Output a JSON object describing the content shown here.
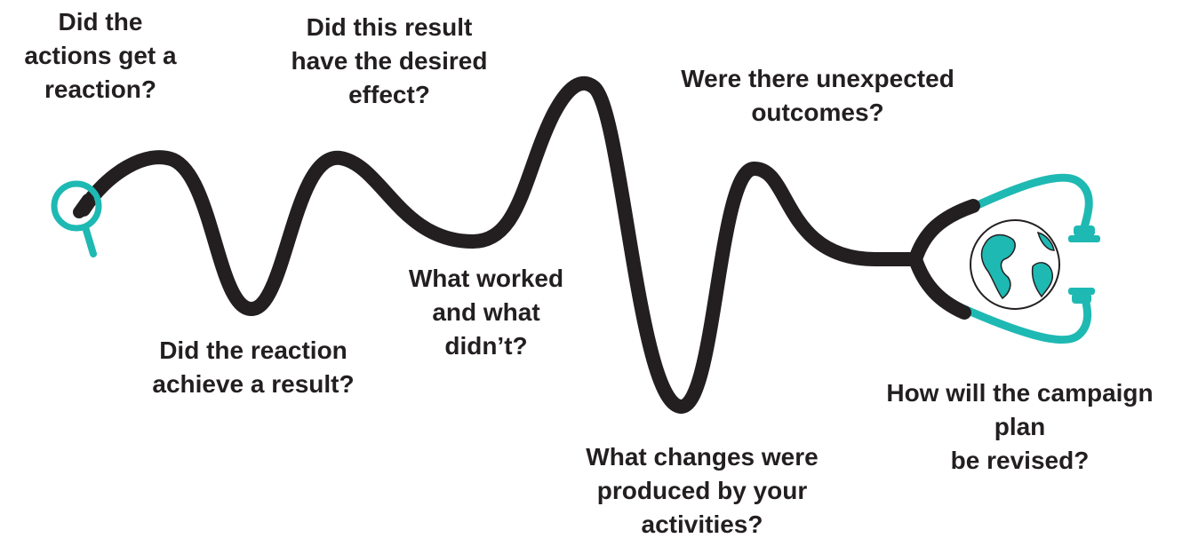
{
  "diagram": {
    "colors": {
      "rope": "#231f20",
      "accent": "#1fb9b3",
      "text": "#231f20"
    },
    "icons": {
      "start": "magnifier-icon",
      "end": "stethoscope-globe-icon"
    },
    "questions": [
      {
        "id": "q1",
        "text": "Did the\nactions get a\nreaction?"
      },
      {
        "id": "q2",
        "text": "Did this result\nhave the desired\neffect?"
      },
      {
        "id": "q3",
        "text": "Were there unexpected\noutcomes?"
      },
      {
        "id": "q4",
        "text": "What worked\nand what\ndidn’t?"
      },
      {
        "id": "q5",
        "text": "Did the reaction\nachieve a result?"
      },
      {
        "id": "q6",
        "text": "What changes were\nproduced by your\nactivities?"
      },
      {
        "id": "q7",
        "text": "How will the campaign\nplan\nbe revised?"
      }
    ]
  }
}
